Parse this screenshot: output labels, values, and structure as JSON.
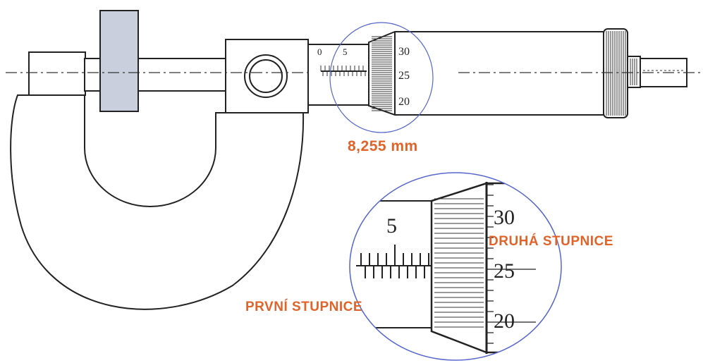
{
  "measurement": {
    "reading": "8,255 mm"
  },
  "labels": {
    "second_scale": "DRUHÁ STUPNICE",
    "first_scale": "PRVNÍ STUPNICE"
  },
  "main_view": {
    "sleeve_numbers": [
      "0",
      "5"
    ],
    "thimble_numbers": [
      "30",
      "25",
      "20"
    ]
  },
  "detail_view": {
    "sleeve_number": "5",
    "thimble_numbers": [
      "30",
      "25",
      "20"
    ]
  },
  "colors": {
    "accent": "#e0642a",
    "lens_circle": "#5566cc",
    "anvil": "#c9cfdc"
  }
}
